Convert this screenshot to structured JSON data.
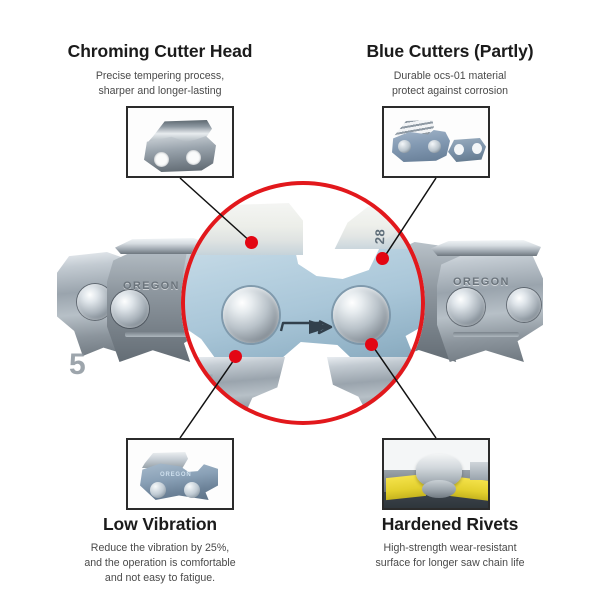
{
  "page": {
    "background": "#ffffff",
    "accent_red": "#e30613",
    "ring_red": "#e2181c",
    "title_color": "#1b1b1b",
    "body_color": "#4a4a4a"
  },
  "features": [
    {
      "id": "chroming-cutter-head",
      "title": "Chroming Cutter Head",
      "description_lines": [
        "Precise tempering process,",
        "sharper and longer-lasting"
      ],
      "callout_image": "chrome-cutter-tooth-photo",
      "position": "top-left"
    },
    {
      "id": "blue-cutters",
      "title": "Blue Cutters (Partly)",
      "description_lines": [
        "Durable ocs-01 material",
        "protect against corrosion"
      ],
      "callout_image": "blue-cutter-links-photo",
      "position": "top-right"
    },
    {
      "id": "low-vibration",
      "title": "Low Vibration",
      "description_lines": [
        "Reduce the vibration by 25%,",
        "and the operation is comfortable",
        "and not easy to fatigue."
      ],
      "callout_image": "blue-oregon-drive-link-photo",
      "position": "bottom-left"
    },
    {
      "id": "hardened-rivets",
      "title": "Hardened Rivets",
      "description_lines": [
        "High-strength wear-resistant",
        "surface for longer saw chain life"
      ],
      "callout_image": "yellow-chain-rivet-closeup-photo",
      "position": "bottom-right"
    }
  ],
  "product": {
    "name": "saw-chain-photo",
    "brand_text": "OREGON",
    "gauge_marking": "5",
    "magnifier": {
      "name": "magnified-cutter-detail",
      "brand_micro_text": "28",
      "direction_arrow": "chain-travel-direction-arrow"
    }
  },
  "markers": [
    {
      "id": "marker-chroming-cutter-head",
      "label": "red-dot-marker"
    },
    {
      "id": "marker-blue-cutters",
      "label": "red-dot-marker"
    },
    {
      "id": "marker-low-vibration",
      "label": "red-dot-marker"
    },
    {
      "id": "marker-hardened-rivets",
      "label": "red-dot-marker"
    }
  ]
}
